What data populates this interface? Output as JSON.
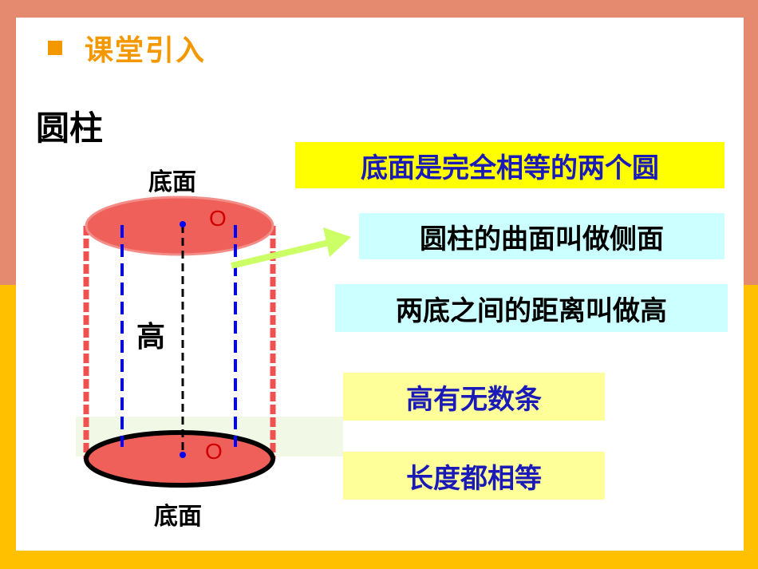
{
  "section": {
    "title": "课堂引入"
  },
  "heading": "圆柱",
  "cylinder": {
    "top_label": "底面",
    "bottom_label": "底面",
    "height_label": "高",
    "center_top": "O",
    "center_bottom": "O"
  },
  "facts": [
    "底面是完全相等的两个圆",
    "圆柱的曲面叫做侧面",
    "两底之间的距离叫做高",
    "高有无数条",
    "长度都相等"
  ],
  "colors": {
    "frame_top": "#e58a6f",
    "frame_bottom": "#ffc000",
    "section_accent": "#f39800",
    "cylinder_face": "#f0605a",
    "dash_blue": "#0000ff",
    "arrow": "#ccff66",
    "blue_text": "#1a1ab8"
  }
}
